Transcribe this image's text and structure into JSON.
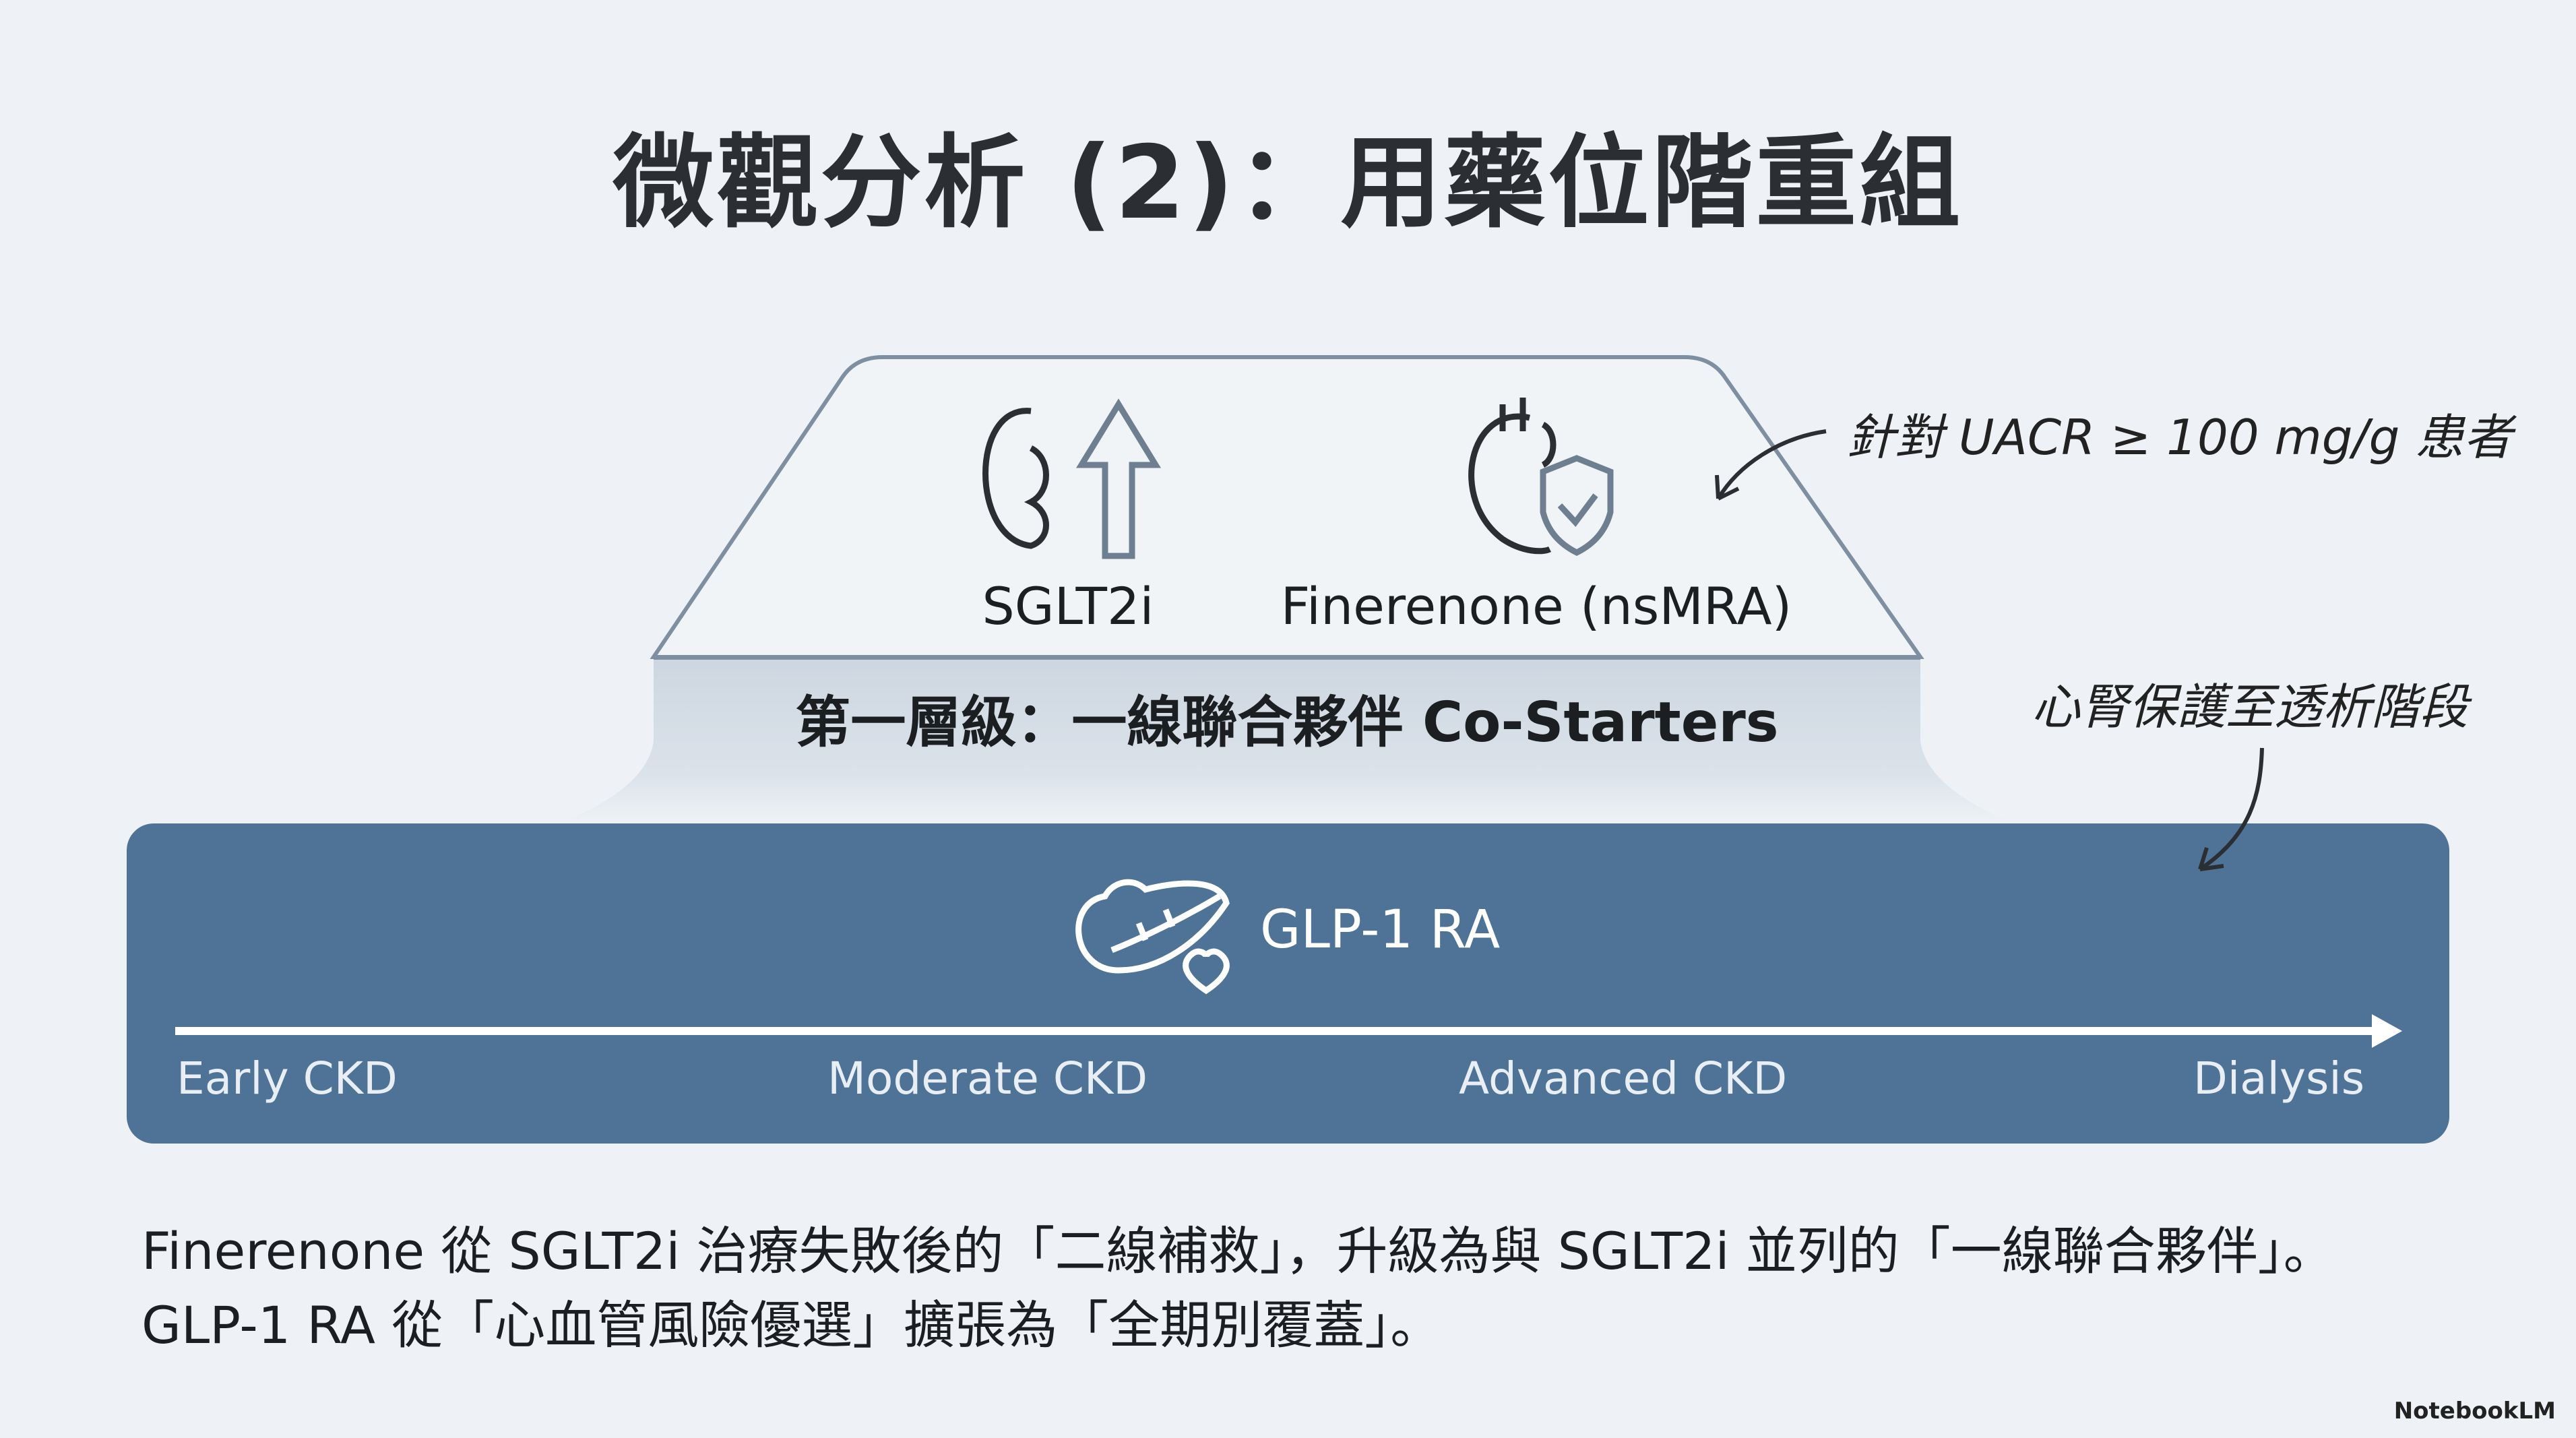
{
  "title": "微觀分析 (2)：用藥位階重組",
  "tier1": {
    "drugs": [
      {
        "name": "SGLT2i",
        "icon": "kidney-up-arrow-icon"
      },
      {
        "name": "Finerenone (nsMRA)",
        "icon": "heart-shield-icon"
      }
    ],
    "label": "第一層級：一線聯合夥伴 Co-Starters"
  },
  "base": {
    "drug": "GLP-1 RA",
    "icon": "pancreas-heart-icon",
    "stages": [
      "Early CKD",
      "Moderate CKD",
      "Advanced CKD",
      "Dialysis"
    ]
  },
  "annotations": {
    "uacr": "針對 UACR ≥ 100 mg/g 患者",
    "dialysis": "心腎保護至透析階段"
  },
  "description": [
    "Finerenone 從 SGLT2i 治療失敗後的「二線補救」，升級為與 SGLT2i 並列的「一線聯合夥伴」。",
    "GLP-1 RA 從「心血管風險優選」擴張為「全期別覆蓋」。"
  ],
  "brand": "NotebookLM",
  "colors": {
    "background": "#eef2f6",
    "base_bar": "#4f7396",
    "outline": "#7d8fa1"
  }
}
